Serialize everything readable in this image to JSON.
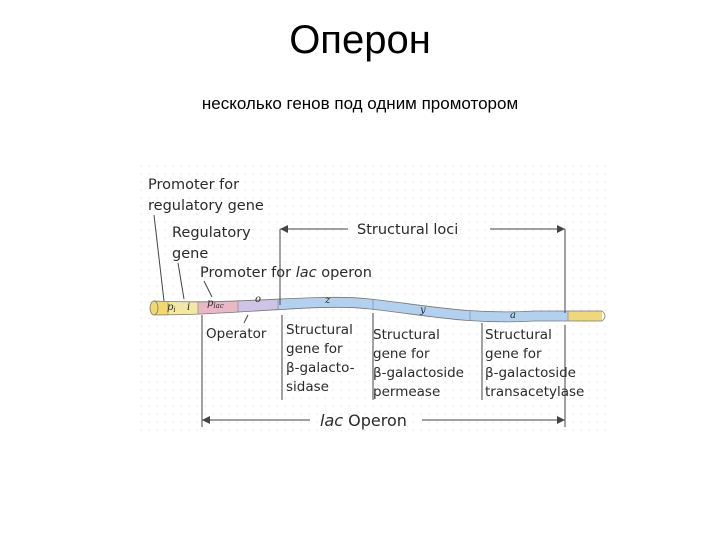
{
  "slide": {
    "title": "Оперон",
    "subtitle": "несколько генов под одним промотором"
  },
  "diagram": {
    "labels": {
      "promoter_reg_line1": "Promoter for",
      "promoter_reg_line2": "regulatory gene",
      "regulatory_line1": "Regulatory",
      "regulatory_line2": "gene",
      "promoter_lac_prefix": "Promoter for ",
      "promoter_lac_italic": "lac",
      "promoter_lac_suffix": " operon",
      "structural_loci": "Structural loci",
      "operator": "Operator",
      "z_line1": "Structural",
      "z_line2": "gene for",
      "z_line3": "β-galacto-",
      "z_line4": "sidase",
      "y_line1": "Structural",
      "y_line2": "gene for",
      "y_line3": "β-galactoside",
      "y_line4": "permease",
      "a_line1": "Structural",
      "a_line2": "gene for",
      "a_line3": "β-galactoside",
      "a_line4": "transacetylase",
      "lac_operon_italic": "lac",
      "lac_operon_suffix": " Operon"
    },
    "gene_letters": {
      "p_i": "p",
      "p_i_sub": "i",
      "i": "i",
      "p_lac": "p",
      "p_lac_sub": "lac",
      "o": "o",
      "z": "z",
      "y": "y",
      "a": "a"
    },
    "colors": {
      "promoter_reg": "#f1d870",
      "regulatory_gene": "#f3e7a6",
      "promoter_lac": "#e9b7c6",
      "operator": "#cfc3e6",
      "structural": "#b3d0ee",
      "end_segment": "#efd77e"
    }
  }
}
